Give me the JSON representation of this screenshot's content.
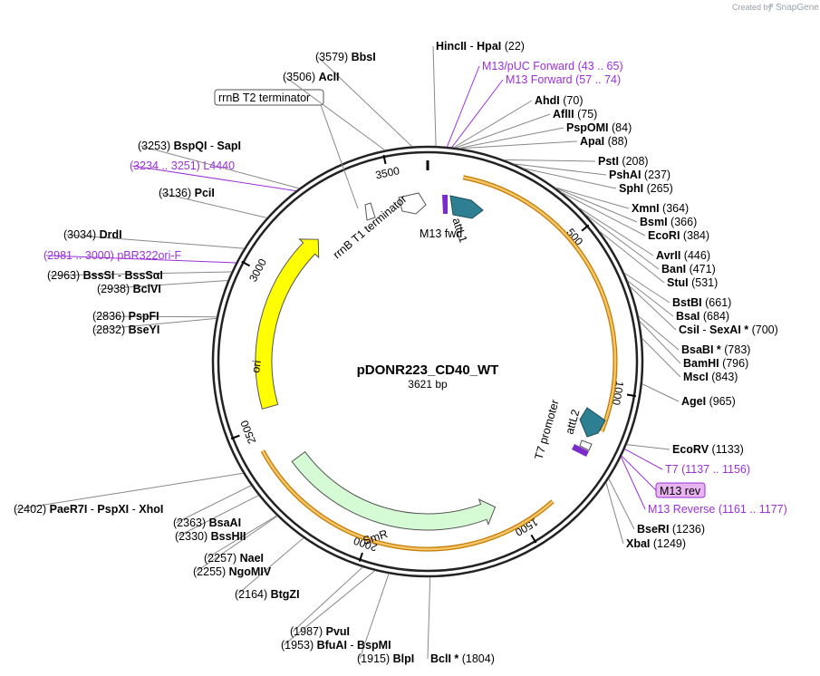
{
  "plasmid": {
    "name": "pDONR223_CD40_WT",
    "length_label": "3621 bp",
    "length": 3621
  },
  "credit": {
    "prefix": "Created by",
    "brand": "SnapGene"
  },
  "colors": {
    "backbone": "#222222",
    "orf": "#f5b942",
    "ori": "#ffff00",
    "smr": "#d5fbd5",
    "att": "#2f7f93",
    "primer": "#9b30d9",
    "highlight": "#e8b4f0"
  },
  "ticks": [
    "500",
    "1000",
    "1500",
    "2000",
    "2500",
    "3000",
    "3500"
  ],
  "features": {
    "ori": "ori",
    "smr": "SmR",
    "attl1": "attL1",
    "attl2": "attL2",
    "t7promoter": "T7 promoter",
    "m13fwd": "M13 fwd",
    "rrnb_t1": "rrnB T1 terminator",
    "rrnb_t2": "rrnB T2 terminator"
  },
  "sites": [
    {
      "name": "HincII",
      "name2": "HpaI",
      "pos": "(22)"
    },
    {
      "name": "M13/pUC Forward",
      "pos": "(43 .. 65)",
      "primer": true
    },
    {
      "name": "M13 Forward",
      "pos": "(57 .. 74)",
      "primer": true
    },
    {
      "name": "AhdI",
      "pos": "(70)"
    },
    {
      "name": "AflII",
      "pos": "(75)"
    },
    {
      "name": "PspOMI",
      "pos": "(84)"
    },
    {
      "name": "ApaI",
      "pos": "(88)"
    },
    {
      "name": "PstI",
      "pos": "(208)"
    },
    {
      "name": "PshAI",
      "pos": "(237)"
    },
    {
      "name": "SphI",
      "pos": "(265)"
    },
    {
      "name": "XmnI",
      "pos": "(364)"
    },
    {
      "name": "BsmI",
      "pos": "(366)"
    },
    {
      "name": "EcoRI",
      "pos": "(384)"
    },
    {
      "name": "AvrII",
      "pos": "(446)"
    },
    {
      "name": "BanI",
      "pos": "(471)"
    },
    {
      "name": "StuI",
      "pos": "(531)"
    },
    {
      "name": "BstBI",
      "pos": "(661)"
    },
    {
      "name": "BsaI",
      "pos": "(684)"
    },
    {
      "name": "CsiI",
      "name2": "SexAI *",
      "pos": "(700)"
    },
    {
      "name": "BsaBI *",
      "pos": "(783)"
    },
    {
      "name": "BamHI",
      "pos": "(796)"
    },
    {
      "name": "MscI",
      "pos": "(843)"
    },
    {
      "name": "AgeI",
      "pos": "(965)"
    },
    {
      "name": "EcoRV",
      "pos": "(1133)"
    },
    {
      "name": "T7",
      "pos": "(1137 .. 1156)",
      "primer": true
    },
    {
      "name": "M13 rev",
      "primer": true,
      "boxed": true
    },
    {
      "name": "M13 Reverse",
      "pos": "(1161 .. 1177)",
      "primer": true
    },
    {
      "name": "BseRI",
      "pos": "(1236)"
    },
    {
      "name": "XbaI",
      "pos": "(1249)"
    },
    {
      "name": "BclI *",
      "pos": "(1804)"
    },
    {
      "name": "BlpI",
      "pos": "(1915)"
    },
    {
      "name": "BfuAI",
      "name2": "BspMI",
      "pos": "(1953)"
    },
    {
      "name": "PvuI",
      "pos": "(1987)"
    },
    {
      "name": "BtgZI",
      "pos": "(2164)"
    },
    {
      "name": "NgoMIV",
      "pos": "(2255)"
    },
    {
      "name": "NaeI",
      "pos": "(2257)"
    },
    {
      "name": "BssHII",
      "pos": "(2330)"
    },
    {
      "name": "BsaAI",
      "pos": "(2363)"
    },
    {
      "name": "PaeR7I",
      "name2": "PspXI",
      "name3": "XhoI",
      "pos": "(2402)"
    },
    {
      "name": "BseYI",
      "pos": "(2832)"
    },
    {
      "name": "PspFI",
      "pos": "(2836)"
    },
    {
      "name": "BclVI",
      "pos": "(2938)"
    },
    {
      "name": "BssSI",
      "name2": "BssSαI",
      "pos": "(2963)"
    },
    {
      "name": "pBR322ori-F",
      "pos": "(2981 .. 3000)",
      "primer": true
    },
    {
      "name": "DrdI",
      "pos": "(3034)"
    },
    {
      "name": "PciI",
      "pos": "(3136)"
    },
    {
      "name": "L4440",
      "pos": "(3234 .. 3251)",
      "primer": true
    },
    {
      "name": "BspQI",
      "name2": "SapI",
      "pos": "(3253)"
    },
    {
      "name": "AclI",
      "pos": "(3506)"
    },
    {
      "name": "BbsI",
      "pos": "(3579)"
    }
  ]
}
